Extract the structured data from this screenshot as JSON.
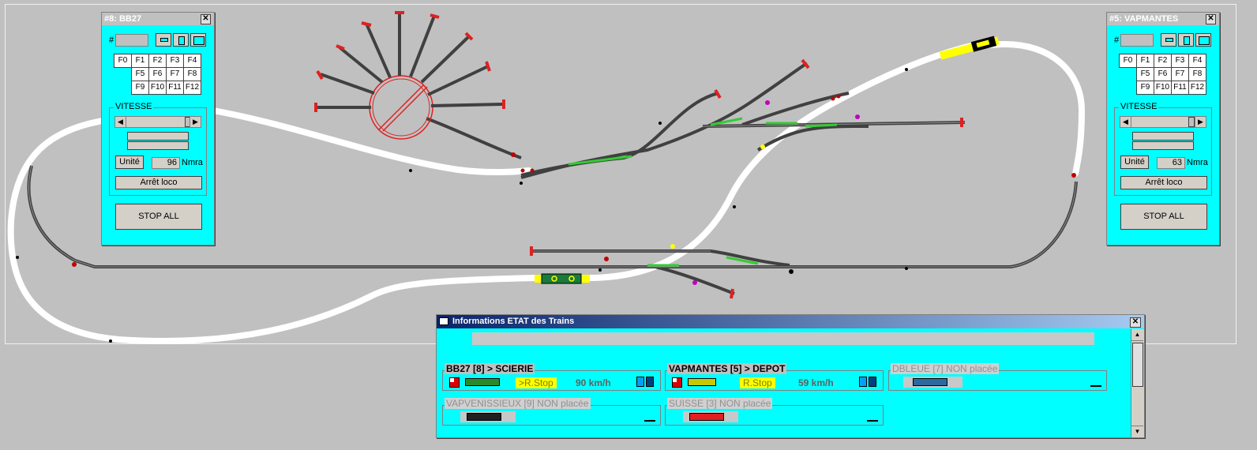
{
  "loco_panels": [
    {
      "title": "#8: BB27",
      "hash_label": "#",
      "function_keys": [
        "F0",
        "F1",
        "F2",
        "F3",
        "F4",
        "",
        "F5",
        "F6",
        "F7",
        "F8",
        "",
        "F9",
        "F10",
        "F11",
        "F12"
      ],
      "vitesse_label": "VITESSE",
      "unite_label": "Unité",
      "address_value": "96",
      "protocol": "Nmra",
      "arret_label": "Arrêt loco",
      "stop_all_label": "STOP ALL"
    },
    {
      "title": "#5: VAPMANTES",
      "hash_label": "#",
      "function_keys": [
        "F0",
        "F1",
        "F2",
        "F3",
        "F4",
        "",
        "F5",
        "F6",
        "F7",
        "F8",
        "",
        "F9",
        "F10",
        "F11",
        "F12"
      ],
      "vitesse_label": "VITESSE",
      "unite_label": "Unité",
      "address_value": "63",
      "protocol": "Nmra",
      "arret_label": "Arrêt loco",
      "stop_all_label": "STOP ALL"
    }
  ],
  "info_window": {
    "title": "Informations ETAT des Trains",
    "close_glyph": "✕",
    "trains": [
      {
        "label": "BB27 [8] > SCIERIE",
        "placed": true,
        "status": ">R.Stop",
        "speed": "90 km/h",
        "icon_color": "#2a8a2a"
      },
      {
        "label": "VAPMANTES [5] > DEPOT",
        "placed": true,
        "status": "R.Stop",
        "speed": "59 km/h",
        "icon_color": "#c8c800"
      },
      {
        "label": "DBLEUE [7] NON placée",
        "placed": false,
        "icon_color": "#2a6aa0"
      },
      {
        "label": "VAPVENISSIEUX [9] NON placée",
        "placed": false,
        "icon_color": "#202020"
      },
      {
        "label": "SUISSE [3] NON placée",
        "placed": false,
        "icon_color": "#e02020"
      }
    ]
  },
  "colors": {
    "panel_bg": "#00ffff",
    "track_rail": "#404040",
    "occupied_track": "#ffffff",
    "switch_green": "#33cc33",
    "buffer_red": "#e02020",
    "title_gradient_start": "#0a246a"
  }
}
